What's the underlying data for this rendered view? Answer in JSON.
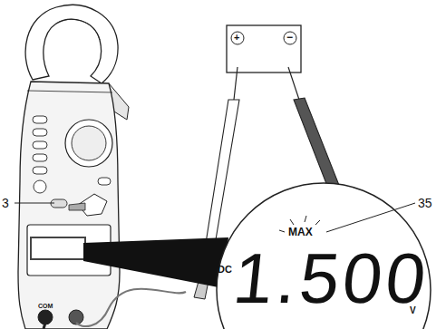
{
  "diagram": {
    "labels": [
      "3",
      "35",
      "MAX",
      "1.500",
      "DC",
      "V",
      "COM",
      "+",
      "−"
    ]
  }
}
